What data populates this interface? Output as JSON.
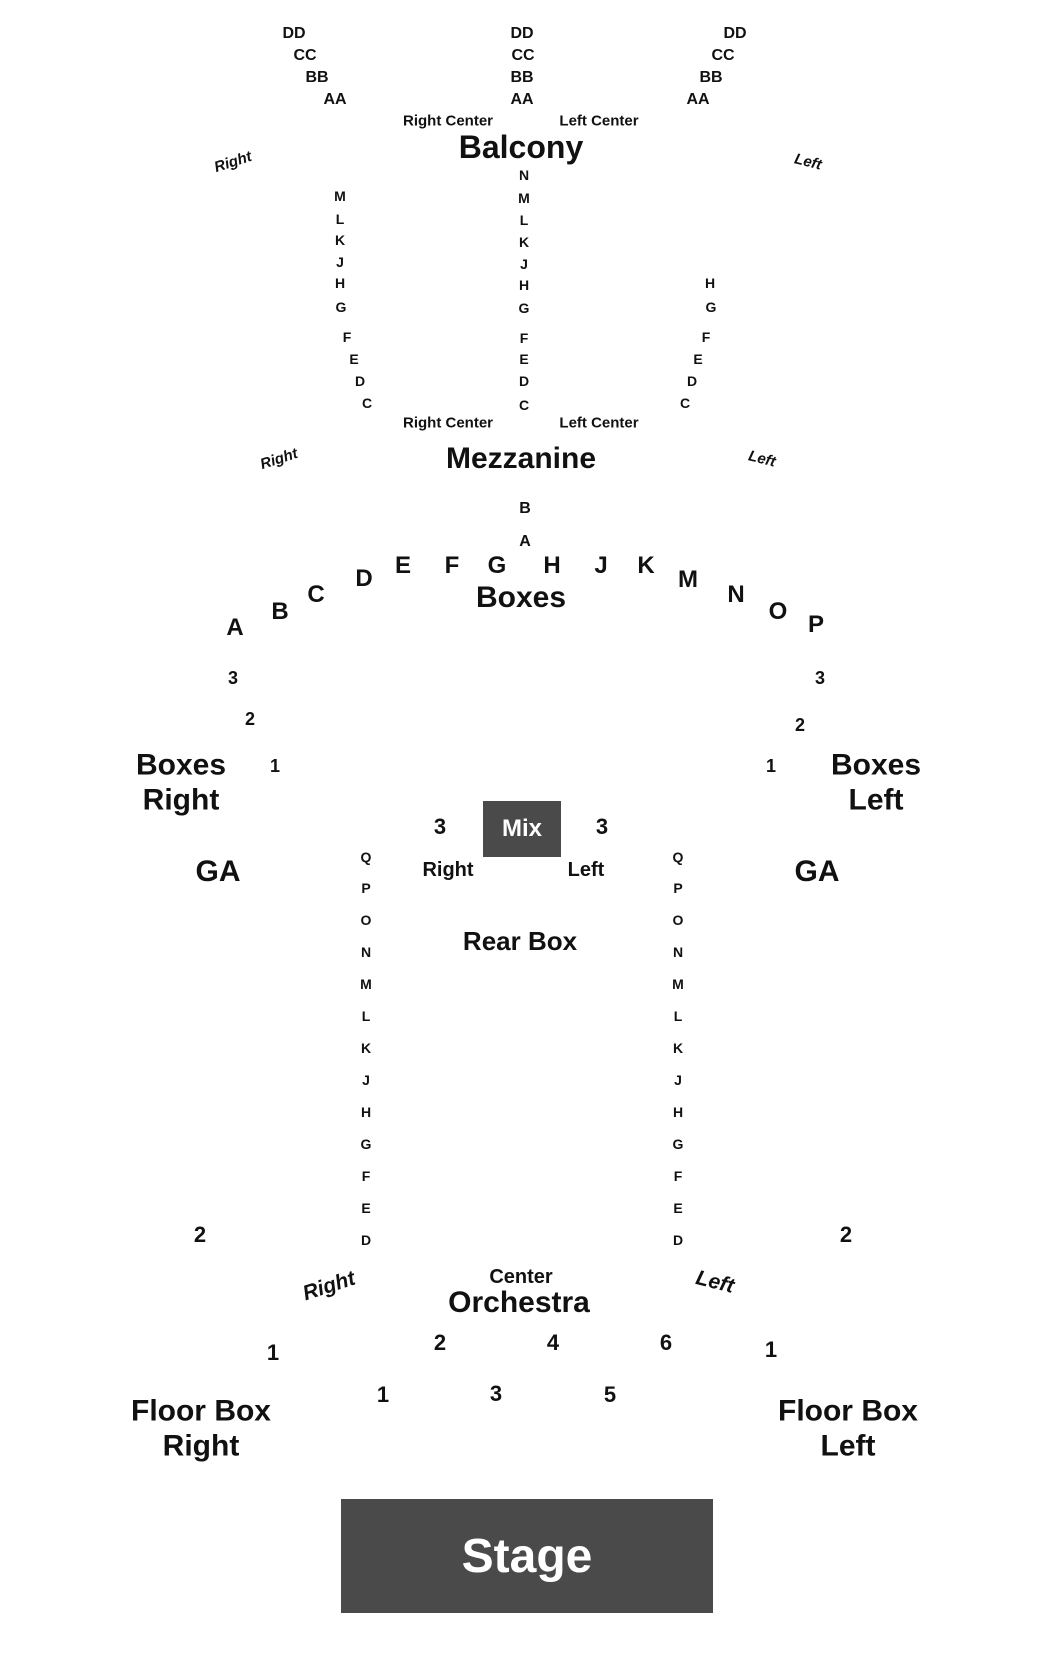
{
  "balcony": {
    "title": "Balcony",
    "right_center": "Right Center",
    "left_center": "Left Center",
    "side_right": "Right",
    "side_left": "Left",
    "rows_right": [
      "DD",
      "CC",
      "BB",
      "AA"
    ],
    "rows_center": [
      "DD",
      "CC",
      "BB",
      "AA"
    ],
    "rows_left": [
      "DD",
      "CC",
      "BB",
      "AA"
    ]
  },
  "mezzanine": {
    "title": "Mezzanine",
    "right_center": "Right Center",
    "left_center": "Left Center",
    "side_right": "Right",
    "side_left": "Left",
    "rows_right": [
      "M",
      "L",
      "K",
      "J",
      "H",
      "G",
      "F",
      "E",
      "D",
      "C"
    ],
    "rows_center": [
      "N",
      "M",
      "L",
      "K",
      "J",
      "H",
      "G",
      "F",
      "E",
      "D",
      "C"
    ],
    "rows_left": [
      "H",
      "G",
      "F",
      "E",
      "D",
      "C"
    ],
    "rows_front": [
      "B",
      "A"
    ]
  },
  "boxes": {
    "title": "Boxes",
    "letters": [
      "A",
      "B",
      "C",
      "D",
      "E",
      "F",
      "G",
      "H",
      "J",
      "K",
      "M",
      "N",
      "O",
      "P"
    ],
    "right_title": [
      "Boxes",
      "Right"
    ],
    "left_title": [
      "Boxes",
      "Left"
    ],
    "right_numbers": [
      "3",
      "2",
      "1"
    ],
    "left_numbers": [
      "3",
      "2",
      "1"
    ]
  },
  "rear_box": {
    "title": "Rear Box",
    "mix": "Mix",
    "right_label": "Right",
    "left_label": "Left",
    "right_number": "3",
    "left_number": "3"
  },
  "ga": {
    "right": "GA",
    "left": "GA"
  },
  "orchestra": {
    "title": "Orchestra",
    "center": "Center",
    "side_right": "Right",
    "side_left": "Left",
    "rows_right": [
      "Q",
      "P",
      "O",
      "N",
      "M",
      "L",
      "K",
      "J",
      "H",
      "G",
      "F",
      "E",
      "D"
    ],
    "rows_left": [
      "Q",
      "P",
      "O",
      "N",
      "M",
      "L",
      "K",
      "J",
      "H",
      "G",
      "F",
      "E",
      "D"
    ],
    "numbers": [
      "2",
      "4",
      "6",
      "1",
      "3",
      "5"
    ]
  },
  "floor_box": {
    "right_title": [
      "Floor Box",
      "Right"
    ],
    "left_title": [
      "Floor Box",
      "Left"
    ],
    "right_numbers": [
      "2",
      "1"
    ],
    "left_numbers": [
      "2",
      "1"
    ]
  },
  "stage": {
    "label": "Stage"
  },
  "colors": {
    "block": "#4a4a4a",
    "text": "#111111",
    "background": "#ffffff"
  }
}
